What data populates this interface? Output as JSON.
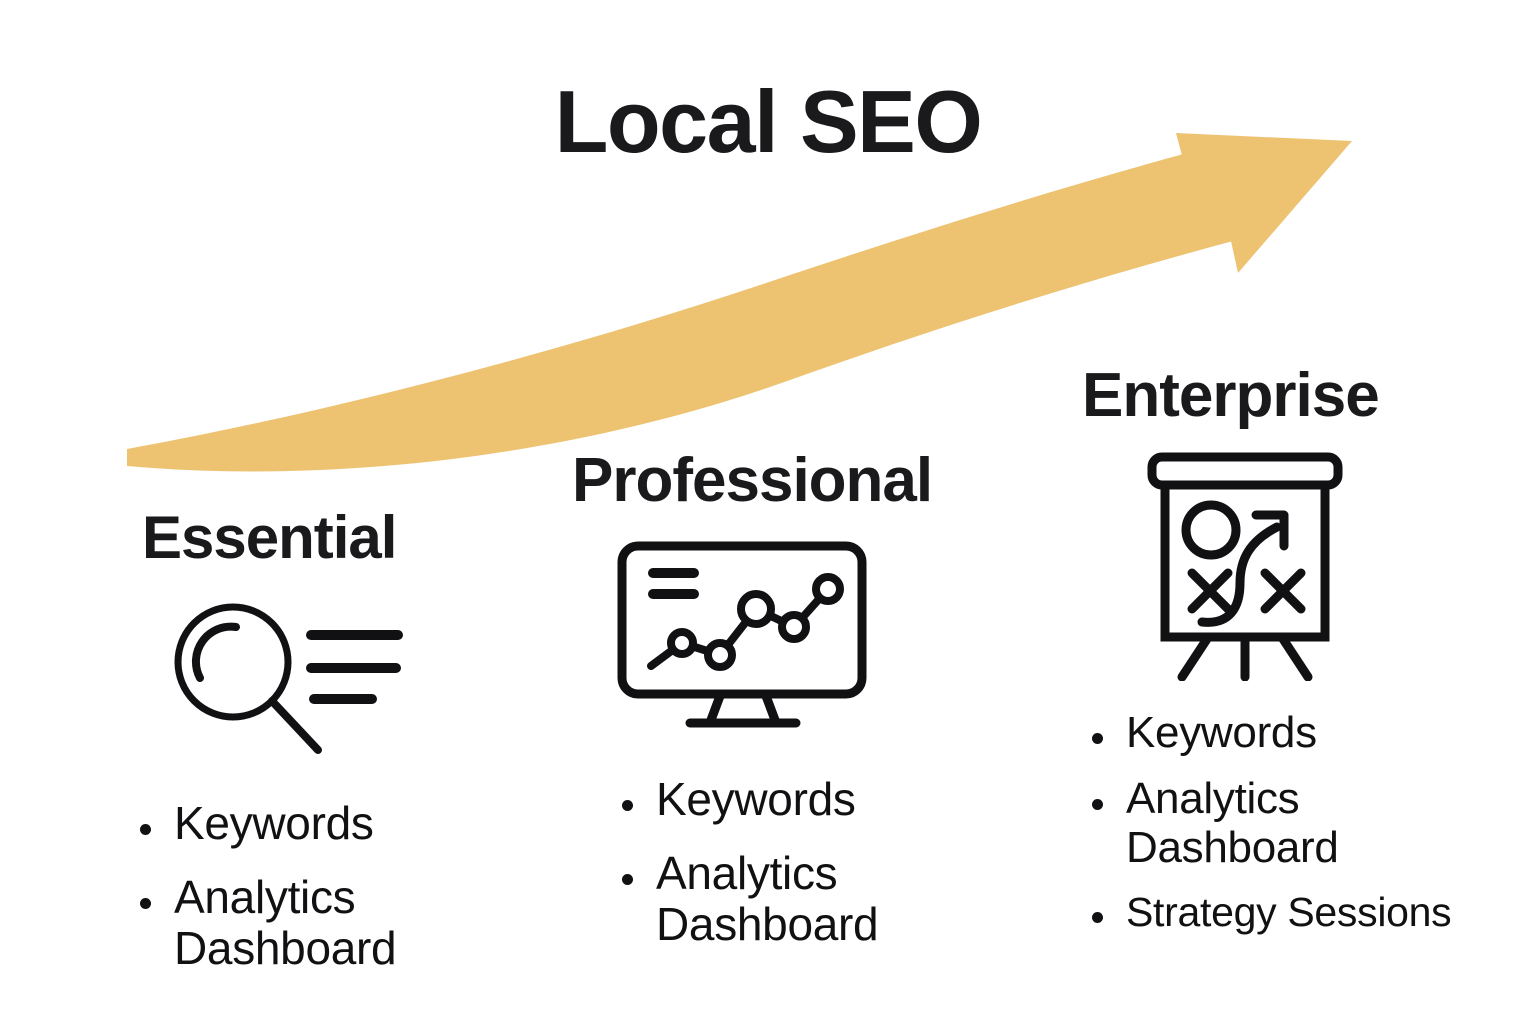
{
  "title": "Local SEO",
  "theme": {
    "background": "#ffffff",
    "text": "#1a1a1c",
    "arrow": "#EDC372"
  },
  "arrow": {
    "name": "growth-arrow",
    "direction": "up-right",
    "color": "#EDC372"
  },
  "tiers": [
    {
      "id": "essential",
      "heading": "Essential",
      "icon": "magnifier-search-icon",
      "features": [
        "Keywords",
        "Analytics Dashboard"
      ]
    },
    {
      "id": "professional",
      "heading": "Professional",
      "icon": "monitor-analytics-icon",
      "features": [
        "Keywords",
        "Analytics Dashboard"
      ]
    },
    {
      "id": "enterprise",
      "heading": "Enterprise",
      "icon": "strategy-board-icon",
      "features": [
        "Keywords",
        "Analytics Dashboard",
        "Strategy Sessions"
      ]
    }
  ]
}
